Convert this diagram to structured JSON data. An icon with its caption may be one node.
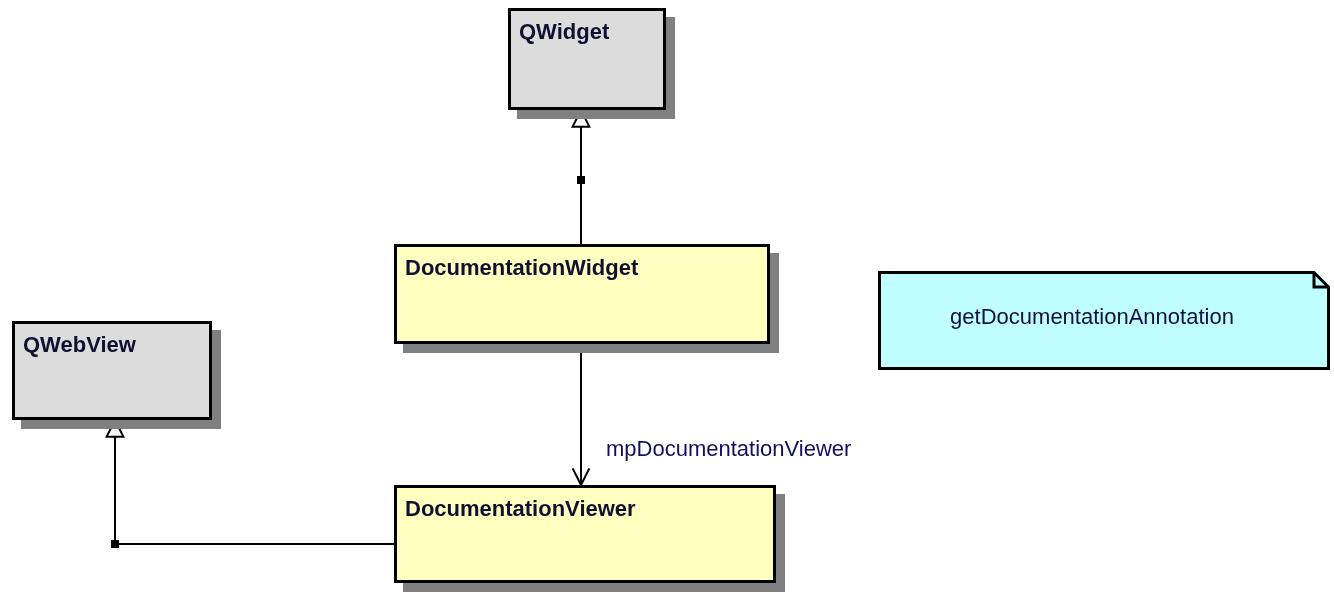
{
  "diagram": {
    "nodes": [
      {
        "text": [
          "QWidget"
        ]
      },
      {
        "text": [
          "DocumentationWidget"
        ]
      },
      {
        "text": [
          "QWebView"
        ]
      },
      {
        "text": [
          "DocumentationViewer"
        ]
      },
      {
        "text": [
          "getDocumentationAnnotation"
        ]
      }
    ],
    "edges": [
      {
        "from": 1,
        "to": 0,
        "arrow": "to"
      },
      {
        "from": 1,
        "to": 3,
        "arrow": "to",
        "label": "mpDocumentationViewer"
      },
      {
        "from": 3,
        "to": 2,
        "arrow": "to"
      }
    ]
  }
}
